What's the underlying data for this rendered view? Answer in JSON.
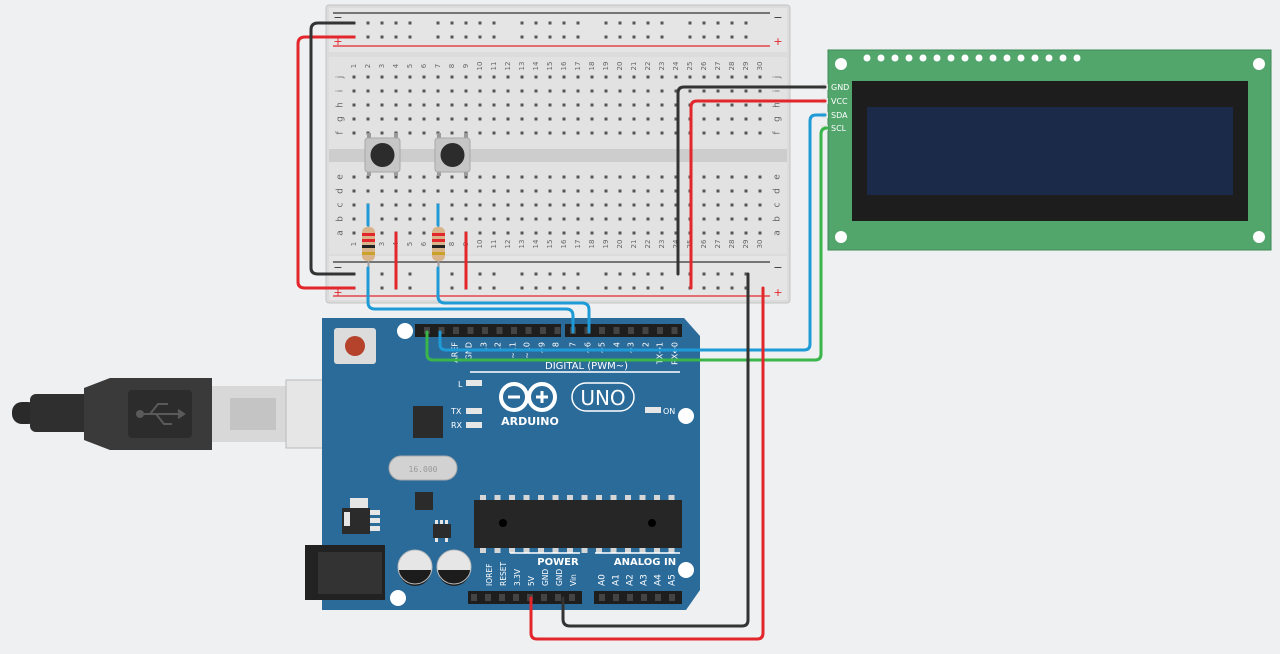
{
  "breadboard": {
    "rail_minus": "−",
    "rail_plus": "+",
    "row_letters_top": [
      "j",
      "i",
      "h",
      "g",
      "f"
    ],
    "row_letters_bottom": [
      "e",
      "d",
      "c",
      "b",
      "a"
    ],
    "column_numbers": [
      "1",
      "2",
      "3",
      "4",
      "5",
      "6",
      "7",
      "8",
      "9",
      "10",
      "11",
      "12",
      "13",
      "14",
      "15",
      "16",
      "17",
      "18",
      "19",
      "20",
      "21",
      "22",
      "23",
      "24",
      "25",
      "26",
      "27",
      "28",
      "29",
      "30"
    ]
  },
  "lcd": {
    "pins": [
      "GND",
      "VCC",
      "SDA",
      "SCL"
    ]
  },
  "arduino": {
    "brand": "ARDUINO",
    "model": "UNO",
    "digital_label": "DIGITAL (PWM~)",
    "digital_pins": [
      "AREF",
      "GND",
      "13",
      "12",
      "~11",
      "~10",
      "~9",
      "8",
      "7",
      "~6",
      "~5",
      "4",
      "~3",
      "2",
      "TX→1",
      "RX←0"
    ],
    "power_label": "POWER",
    "power_pins": [
      "IOREF",
      "RESET",
      "3.3V",
      "5V",
      "GND",
      "GND",
      "Vin"
    ],
    "analog_label": "ANALOG IN",
    "analog_pins": [
      "A0",
      "A1",
      "A2",
      "A3",
      "A4",
      "A5"
    ],
    "led_l": "L",
    "led_tx": "TX",
    "led_rx": "RX",
    "led_on": "ON",
    "crystal": "16.000"
  },
  "colors": {
    "wire_red": "#e2262b",
    "wire_black": "#333333",
    "wire_blue": "#1e9bd7",
    "wire_green": "#3ab54a",
    "board_blue": "#2a6b9a",
    "lcd_green": "#4fa36a",
    "lcd_screen": "#1c2a4a"
  }
}
